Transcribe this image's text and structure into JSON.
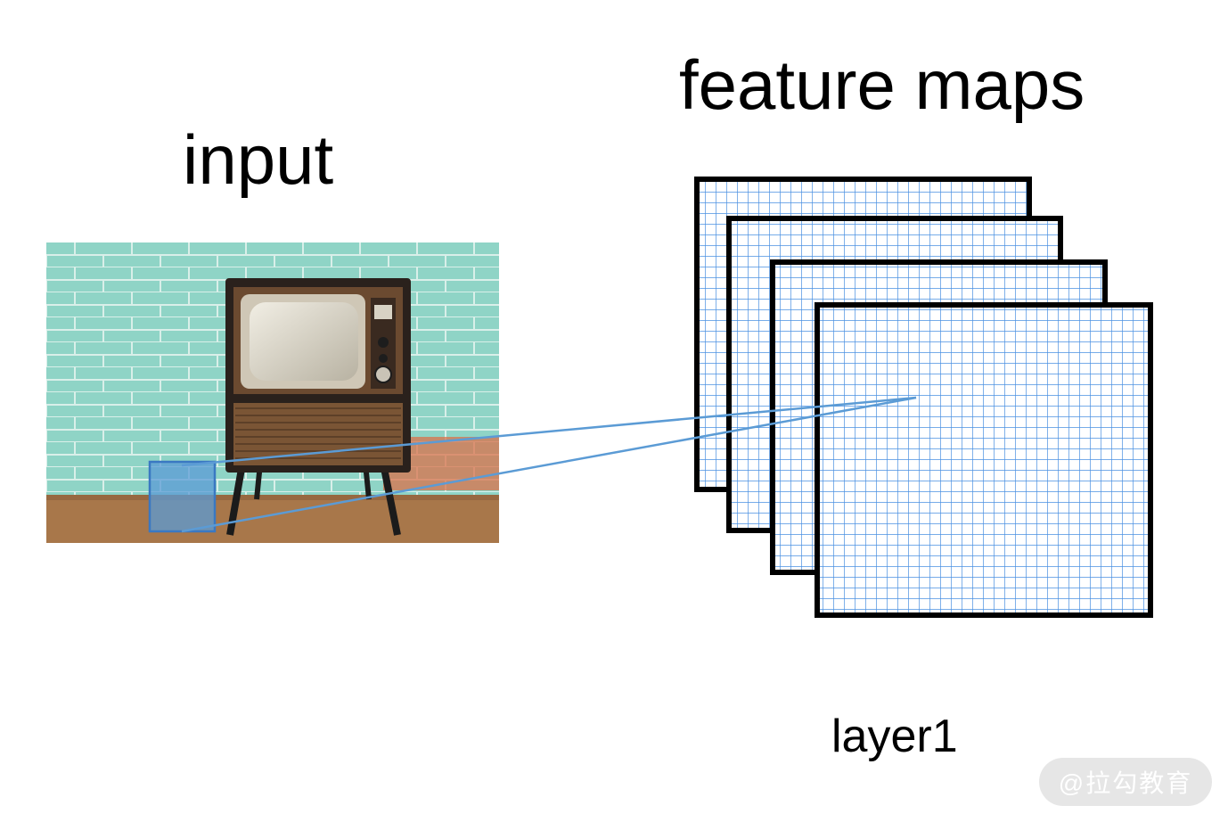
{
  "labels": {
    "input": "input",
    "feature_maps": "feature maps",
    "layer": "layer1"
  },
  "watermark": "@拉勾教育",
  "colors": {
    "wall": "#8fd4c6",
    "floor": "#a8774a",
    "connector": "#5b9bd5",
    "grid": "#4a90e2",
    "map_border": "#000000"
  },
  "feature_map_count": 4,
  "grid_cells_per_side": 30
}
